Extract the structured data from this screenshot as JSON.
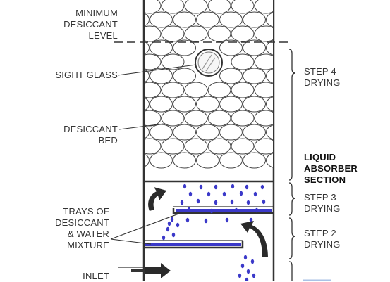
{
  "labels": {
    "min_level": "MINIMUM\nDESICCANT\nLEVEL",
    "sight_glass": "SIGHT GLASS",
    "desiccant_bed": "DESICCANT\nBED",
    "trays": "TRAYS OF\nDESICCANT\n& WATER\nMIXTURE",
    "inlet": "INLET"
  },
  "steps": {
    "step4": "STEP 4\nDRYING",
    "section_title_1": "LIQUID\nABSORBER",
    "section_title_2": "SECTION",
    "step3": "STEP 3\nDRYING",
    "step2": "STEP 2\nDRYING"
  },
  "colors": {
    "liquid": "#3b39c9",
    "arrow": "#2a2a2a",
    "line": "#333333"
  }
}
